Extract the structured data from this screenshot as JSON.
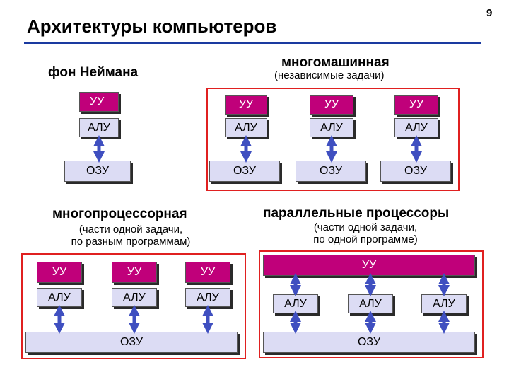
{
  "slide": {
    "title": "Архитектуры компьютеров",
    "page_number": "9"
  },
  "von_neumann": {
    "label": "фон Неймана",
    "cu": "УУ",
    "alu": "АЛУ",
    "mem": "ОЗУ"
  },
  "multimachine": {
    "label": "многомашинная",
    "sublabel": "(независимые задачи)",
    "machines": [
      {
        "cu": "УУ",
        "alu": "АЛУ",
        "mem": "ОЗУ"
      },
      {
        "cu": "УУ",
        "alu": "АЛУ",
        "mem": "ОЗУ"
      },
      {
        "cu": "УУ",
        "alu": "АЛУ",
        "mem": "ОЗУ"
      }
    ]
  },
  "multiprocessor": {
    "label": "многопроцессорная",
    "sublabel_line1": "(части одной задачи,",
    "sublabel_line2": "по разным программам)",
    "processors": [
      {
        "cu": "УУ",
        "alu": "АЛУ"
      },
      {
        "cu": "УУ",
        "alu": "АЛУ"
      },
      {
        "cu": "УУ",
        "alu": "АЛУ"
      }
    ],
    "shared_mem": "ОЗУ"
  },
  "parallel": {
    "label": "параллельные процессоры",
    "sublabel_line1": "(части одной задачи,",
    "sublabel_line2": "по одной программе)",
    "shared_cu": "УУ",
    "alus": [
      "АЛУ",
      "АЛУ",
      "АЛУ"
    ],
    "shared_mem": "ОЗУ"
  },
  "colors": {
    "control_unit": "#c0007a",
    "block": "#dcdcf4",
    "arrow": "#3f4fc0",
    "frame": "#e02020",
    "rule": "#1a3aa0"
  }
}
